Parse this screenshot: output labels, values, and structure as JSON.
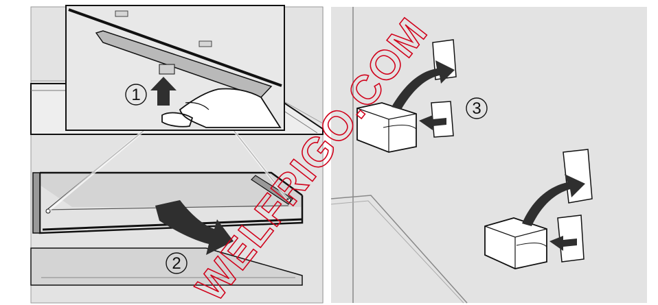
{
  "steps": [
    {
      "number": "1",
      "label": "①"
    },
    {
      "number": "2",
      "label": "②"
    },
    {
      "number": "3",
      "label": "③"
    }
  ],
  "watermark": "WELFRIGO.COM",
  "colors": {
    "panel_bg": "#e3e3e3",
    "shadow": "#bdbdbd",
    "line": "#111111",
    "arrow": "#2f2f2f",
    "watermark": "#d0021b"
  },
  "icons": {
    "step1_arrow": "up-arrow",
    "step2_arrow": "pull-out-arrow",
    "step3_arrows": "rotate-arrow"
  }
}
